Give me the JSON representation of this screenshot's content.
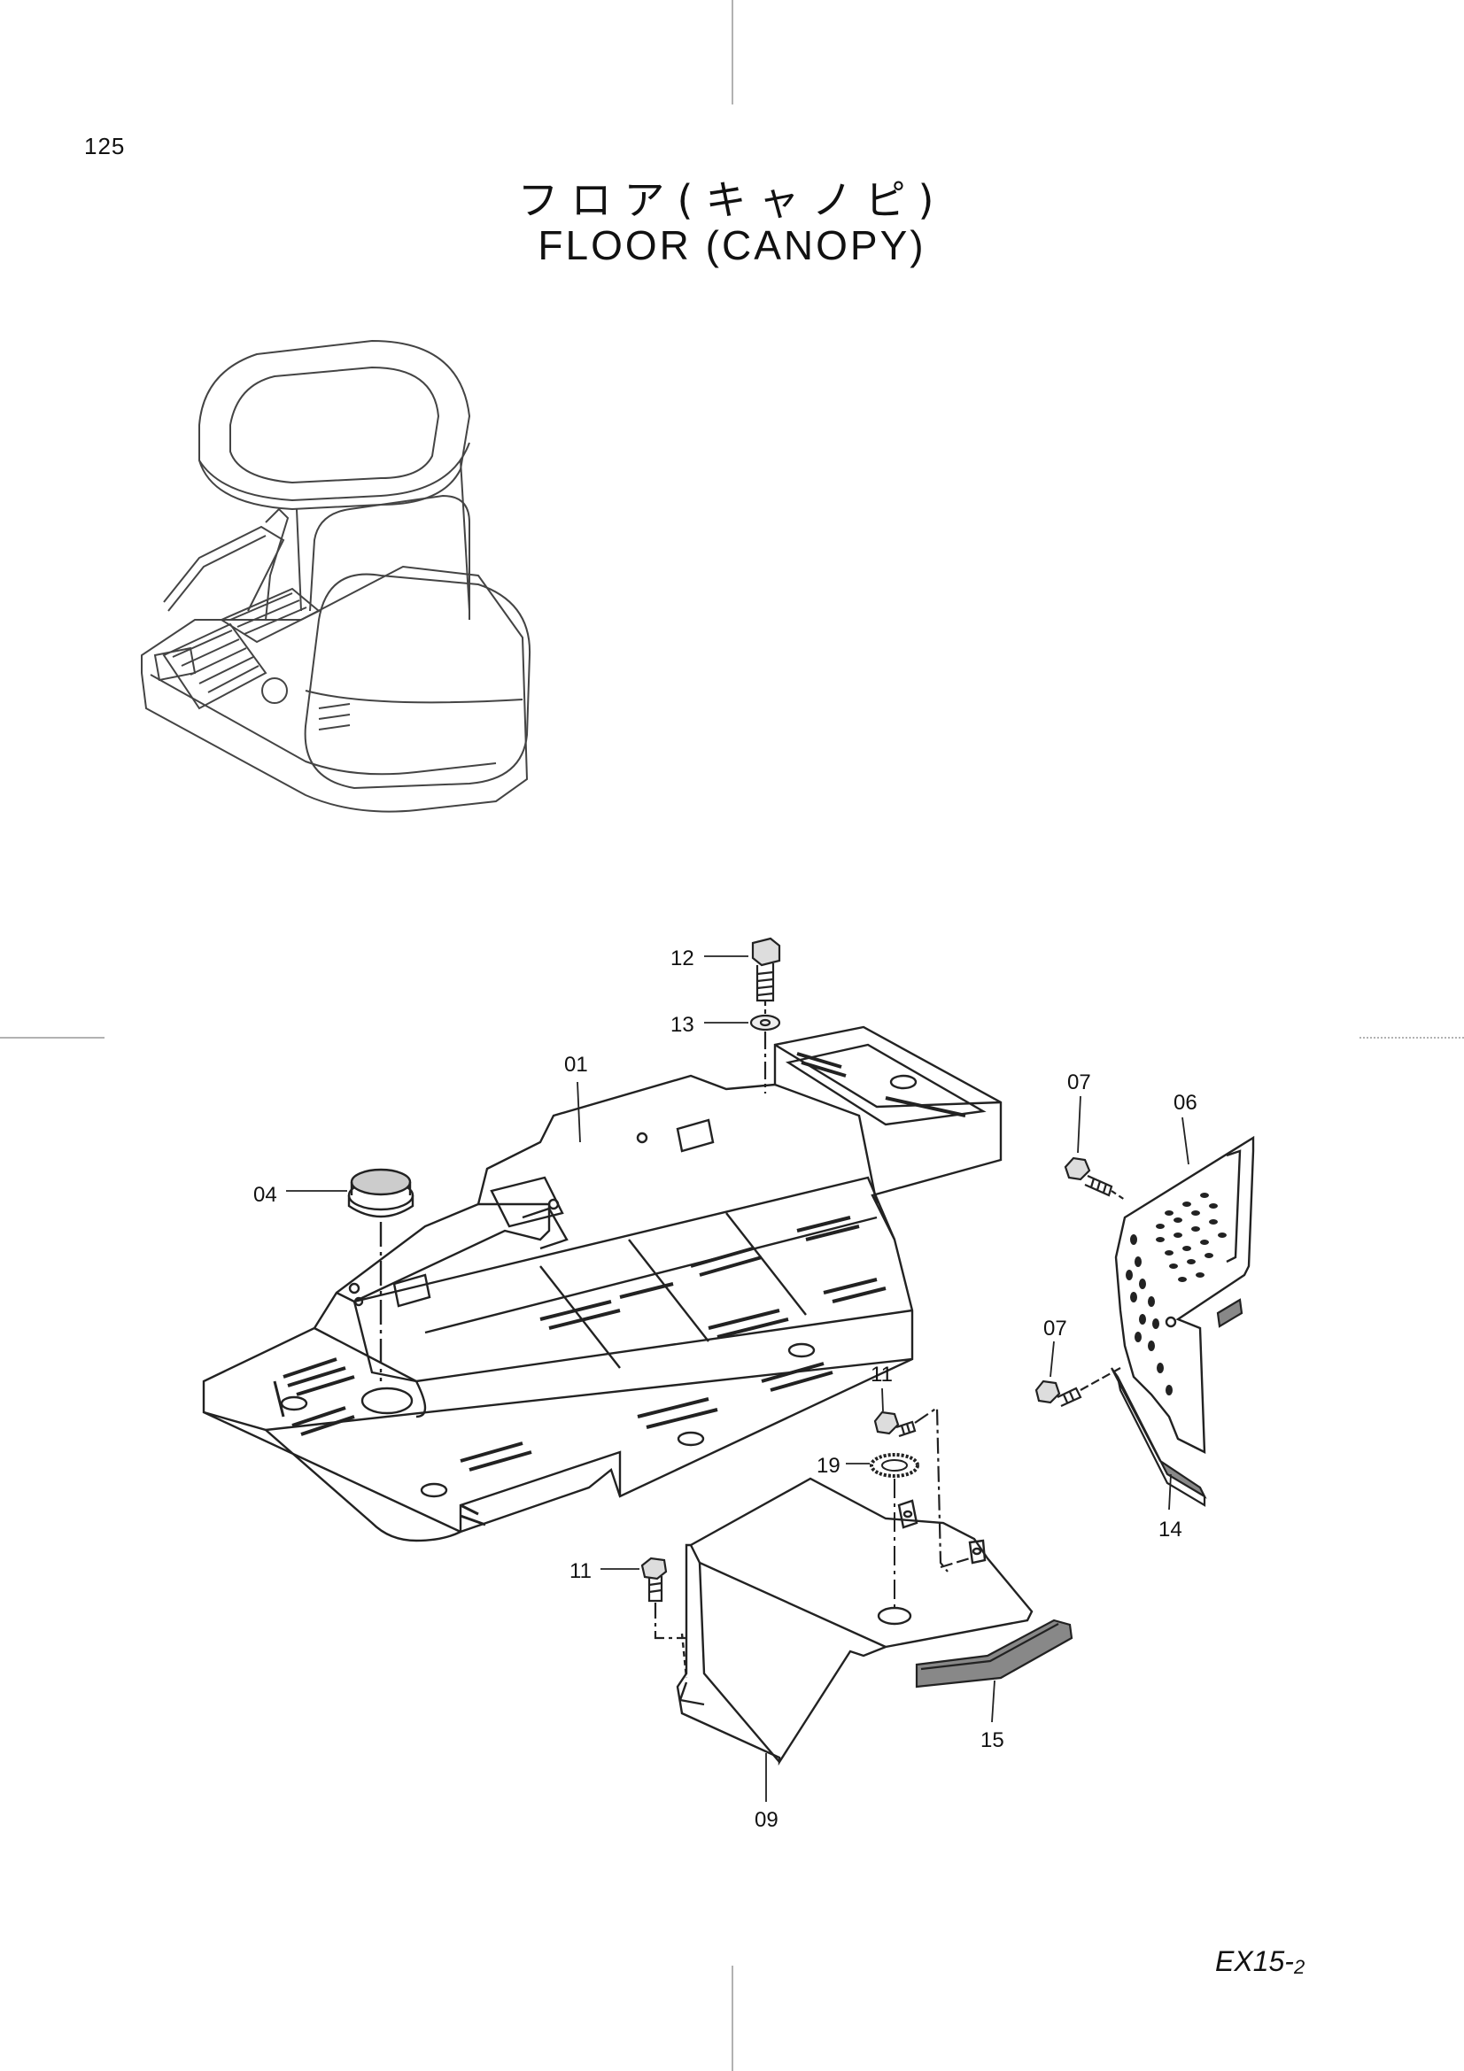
{
  "page": {
    "number": "125",
    "title_jp": "フロア(キャノピ)",
    "title_en": "FLOOR (CANOPY)",
    "footer_code": "EX15-",
    "footer_code_suffix": "2"
  },
  "callouts": {
    "p01": "01",
    "p04": "04",
    "p06": "06",
    "p07a": "07",
    "p07b": "07",
    "p09": "09",
    "p11a": "11",
    "p11b": "11",
    "p12": "12",
    "p13": "13",
    "p14": "14",
    "p15": "15",
    "p19": "19"
  }
}
